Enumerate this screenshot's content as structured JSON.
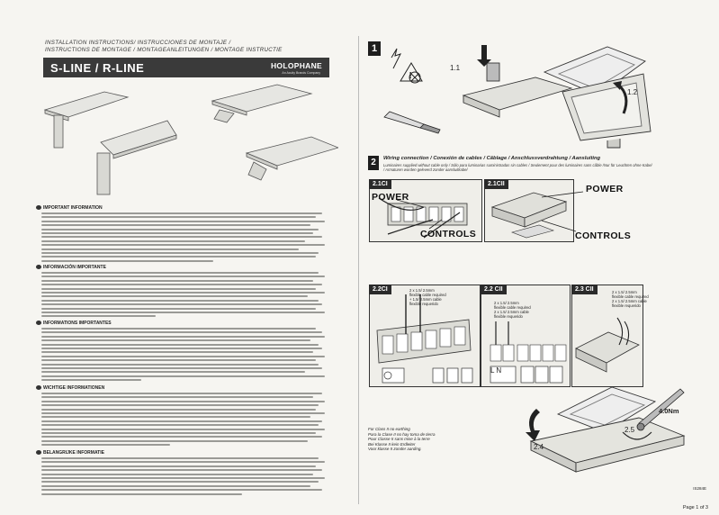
{
  "header": {
    "line1": "INSTALLATION INSTRUCTIONS/          INSTRUCCIONES DE MONTAJE /",
    "line2": "INSTRUCTIONS DE MONTAGE / MONTAGEANLEITUNGEN / MONTAGE INSTRUCTIE"
  },
  "banner": {
    "title": "S-LINE / R-LINE",
    "logo": "HOLOPHANE",
    "logo_sub": "An Acuity Brands Company"
  },
  "sections": [
    {
      "title": "IMPORTANT INFORMATION"
    },
    {
      "title": "INFORMACIÓN IMPORTANTE"
    },
    {
      "title": "INFORMATIONS IMPORTANTES"
    },
    {
      "title": "WICHTIGE INFORMATIONEN"
    },
    {
      "title": "BELANGRIJKE INFORMATIE"
    }
  ],
  "steps": {
    "step1": "1",
    "step1_1": "1.1",
    "step1_2": "1.2",
    "step2": "2",
    "wiring_title": "Wiring connection / Conexión de cables / Câblage / Anschlussverdrahtung / Aansluiting",
    "wiring_sub": "Luminaires supplied without cable only / Sólo para luminarias suministradas sin cables / Seulement pour des luminaires sans câble /Nur für Leuchten ohne Kabel / Armaturen worden geleverd zonder aansluitkabel"
  },
  "panels": {
    "p21ci": "2.1CI",
    "p21cii": "2.1CII",
    "power": "POWER",
    "controls": "CONTROLS",
    "p22ci": "2.2CI",
    "p22cii": "2.2 CII",
    "p23cii": "2.3 CII",
    "cable_1": "2 x 1.5/ 2.5mm",
    "cable_1b": "flexible cable required",
    "cable_1c": "+ 1.5/ 2.5mm cable",
    "cable_1d": "flexible requerido",
    "cable_2": "2 x 1.5/ 2.5mm",
    "cable_2b": "flexible cable required",
    "cable_2c": "2 x 1.5/ 2.5mm cable",
    "cable_2d": "flexible requerido",
    "cable_3": "2 x 1.5/ 2.5mm",
    "cable_3b": "flexible cable required",
    "cable_3c": "2 x 1.5/ 2.5mm cable",
    "cable_3d": "flexible requerido",
    "ln": "L  N",
    "torque": "4.0Nm",
    "p24": "2.4",
    "p25": "2.5"
  },
  "warning": {
    "l1": "For Class II no earthing",
    "l2": "Para la Clase II no hay toma de tierra",
    "l3": "Pour Classe II sans mise à la terre",
    "l4": "Bei Klasse II kein Erdleiter",
    "l5": "Voor klasse II zonder aarding."
  },
  "footer": {
    "code": "IS284E",
    "page": "Page 1 of 3"
  }
}
